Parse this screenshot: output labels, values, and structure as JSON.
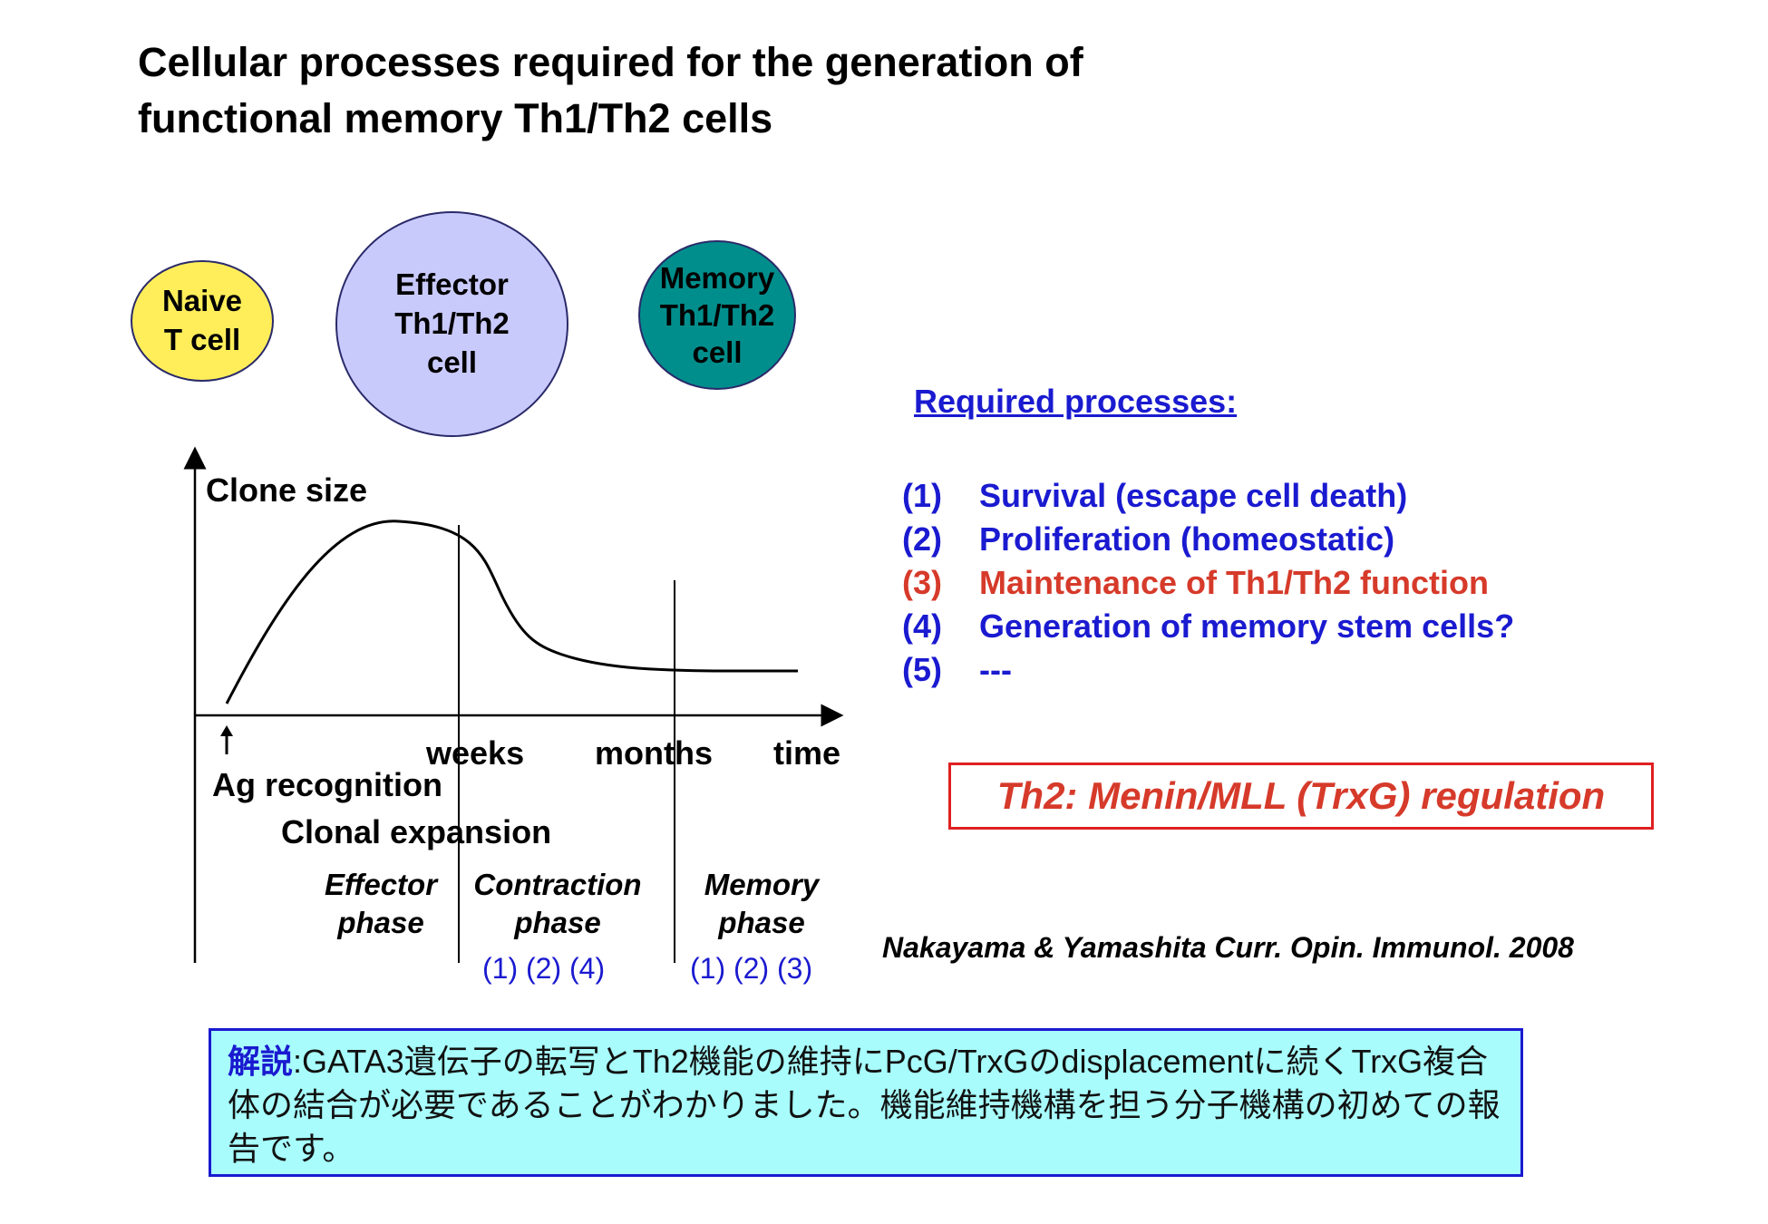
{
  "title": {
    "line1": "Cellular processes required for the generation of",
    "line2": "functional memory Th1/Th2 cells"
  },
  "cells": {
    "naive": [
      "Naive",
      "T cell"
    ],
    "effector": [
      "Effector",
      "Th1/Th2",
      "cell"
    ],
    "memory": [
      "Memory",
      "Th1/Th2",
      "cell"
    ]
  },
  "graph": {
    "y_label": "Clone size",
    "x_ticks": [
      "weeks",
      "months",
      "time"
    ],
    "events": [
      "Ag recognition",
      "Clonal expansion"
    ],
    "phases": [
      {
        "name_line1": "Effector",
        "name_line2": "phase",
        "processes": ""
      },
      {
        "name_line1": "Contraction",
        "name_line2": "phase",
        "processes": "(1) (2) (4)"
      },
      {
        "name_line1": "Memory",
        "name_line2": "phase",
        "processes": "(1) (2) (3)"
      }
    ]
  },
  "required": {
    "title": "Required processes:",
    "items": [
      {
        "num": "(1)",
        "text": "Survival (escape cell death)",
        "color": "#1a1ad0"
      },
      {
        "num": "(2)",
        "text": "Proliferation (homeostatic)",
        "color": "#1a1ad0"
      },
      {
        "num": "(3)",
        "text": "Maintenance of Th1/Th2 function",
        "color": "#d63a2a"
      },
      {
        "num": "(4)",
        "text": "Generation of memory stem cells?",
        "color": "#1a1ad0"
      },
      {
        "num": "(5)",
        "text": "---",
        "color": "#1a1ad0"
      }
    ]
  },
  "highlight": "Th2: Menin/MLL (TrxG) regulation",
  "citation": "Nakayama & Yamashita Curr. Opin. Immunol. 2008",
  "note": {
    "label": "解説",
    "sep": ":",
    "text": "GATA3遺伝子の転写とTh2機能の維持にPcG/TrxGのdisplacementに続くTrxG複合体の結合が必要であることがわかりました。機能維持機構を担う分子機構の初めての報告です。"
  }
}
